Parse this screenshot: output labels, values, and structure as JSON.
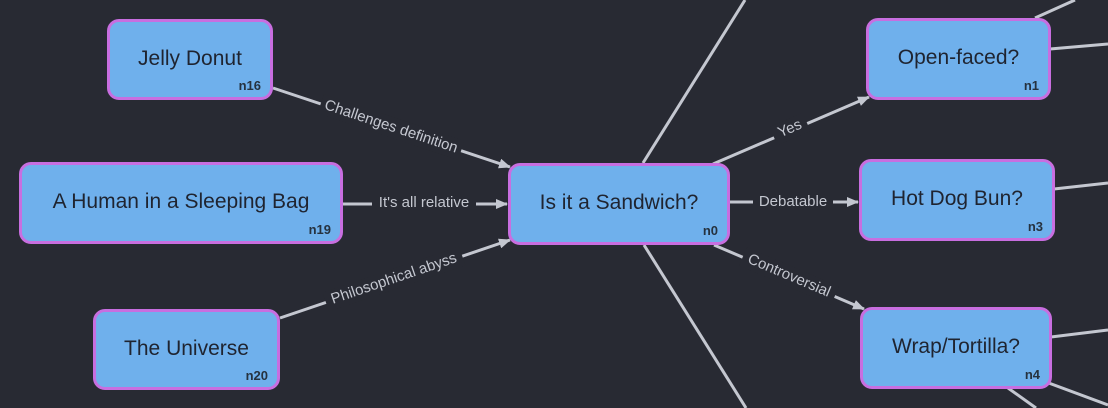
{
  "colors": {
    "background": "#282a33",
    "node_fill": "#6fb0ec",
    "node_border": "#c86ee0",
    "edge": "#c4c7d0",
    "edge_label": "#c4c7d0"
  },
  "nodes": {
    "n16": {
      "label": "Jelly Donut",
      "id_text": "n16"
    },
    "n19": {
      "label": "A Human in a Sleeping Bag",
      "id_text": "n19"
    },
    "n20": {
      "label": "The Universe",
      "id_text": "n20"
    },
    "n0": {
      "label": "Is it a Sandwich?",
      "id_text": "n0"
    },
    "n1": {
      "label": "Open-faced?",
      "id_text": "n1"
    },
    "n3": {
      "label": "Hot Dog Bun?",
      "id_text": "n3"
    },
    "n4": {
      "label": "Wrap/Tortilla?",
      "id_text": "n4"
    }
  },
  "edges": {
    "n16_n0": "Challenges definition",
    "n19_n0": "It's all relative",
    "n20_n0": "Philosophical abyss",
    "n0_n1": "Yes",
    "n0_n3": "Debatable",
    "n0_n4": "Controversial"
  }
}
